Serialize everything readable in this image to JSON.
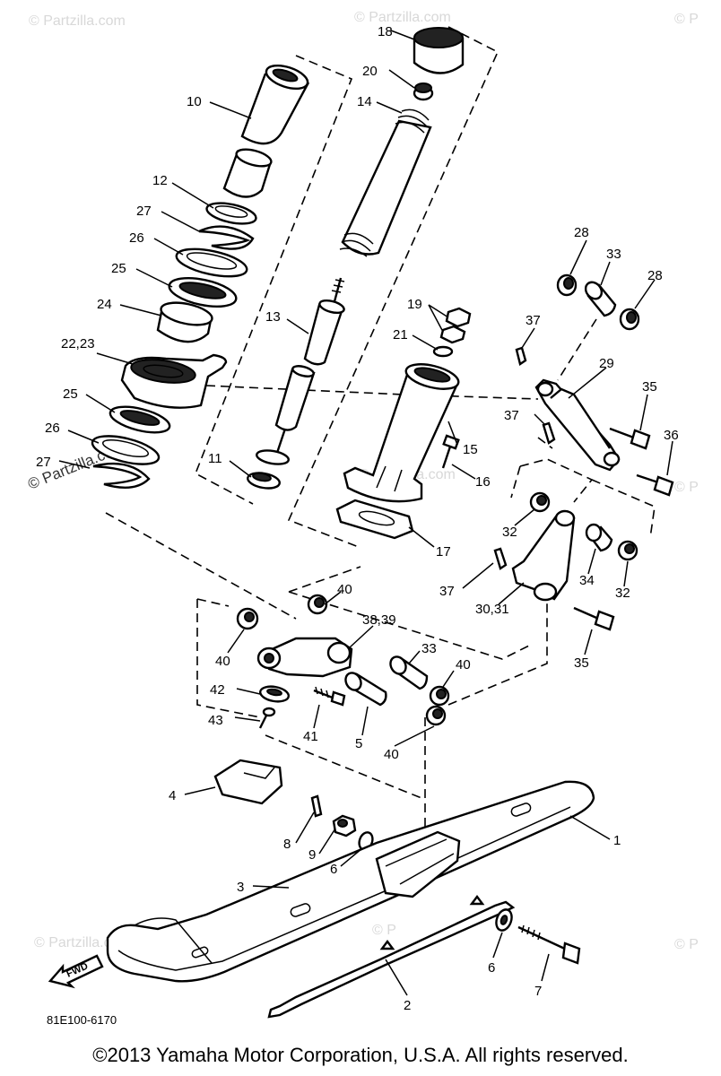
{
  "watermarks": [
    "© Partzilla.com",
    "© Partzilla.com",
    "© P",
    "© Partzilla.com",
    "© Partzilla.com",
    "© Partzilla.com",
    "© P",
    "© P",
    "© P"
  ],
  "part_labels": {
    "p1": "1",
    "p2": "2",
    "p3": "3",
    "p4": "4",
    "p5": "5",
    "p6a": "6",
    "p6b": "6",
    "p7": "7",
    "p8": "8",
    "p9": "9",
    "p10": "10",
    "p11": "11",
    "p12": "12",
    "p13": "13",
    "p14": "14",
    "p15": "15",
    "p16": "16",
    "p17": "17",
    "p18": "18",
    "p19": "19",
    "p20": "20",
    "p21": "21",
    "p22": "22,23",
    "p24": "24",
    "p25a": "25",
    "p25b": "25",
    "p26a": "26",
    "p26b": "26",
    "p27a": "27",
    "p27b": "27",
    "p28a": "28",
    "p28b": "28",
    "p29": "29",
    "p30": "30,31",
    "p32a": "32",
    "p32b": "32",
    "p33a": "33",
    "p33b": "33",
    "p34": "34",
    "p35a": "35",
    "p35b": "35",
    "p36": "36",
    "p37a": "37",
    "p37b": "37",
    "p37c": "37",
    "p38": "38,39",
    "p40a": "40",
    "p40b": "40",
    "p40c": "40",
    "p40d": "40",
    "p41": "41",
    "p42": "42",
    "p43": "43"
  },
  "fwd_label": "FWD",
  "diagram_code": "81E100-6170",
  "copyright": "©2013 Yamaha Motor Corporation, U.S.A. All rights reserved."
}
